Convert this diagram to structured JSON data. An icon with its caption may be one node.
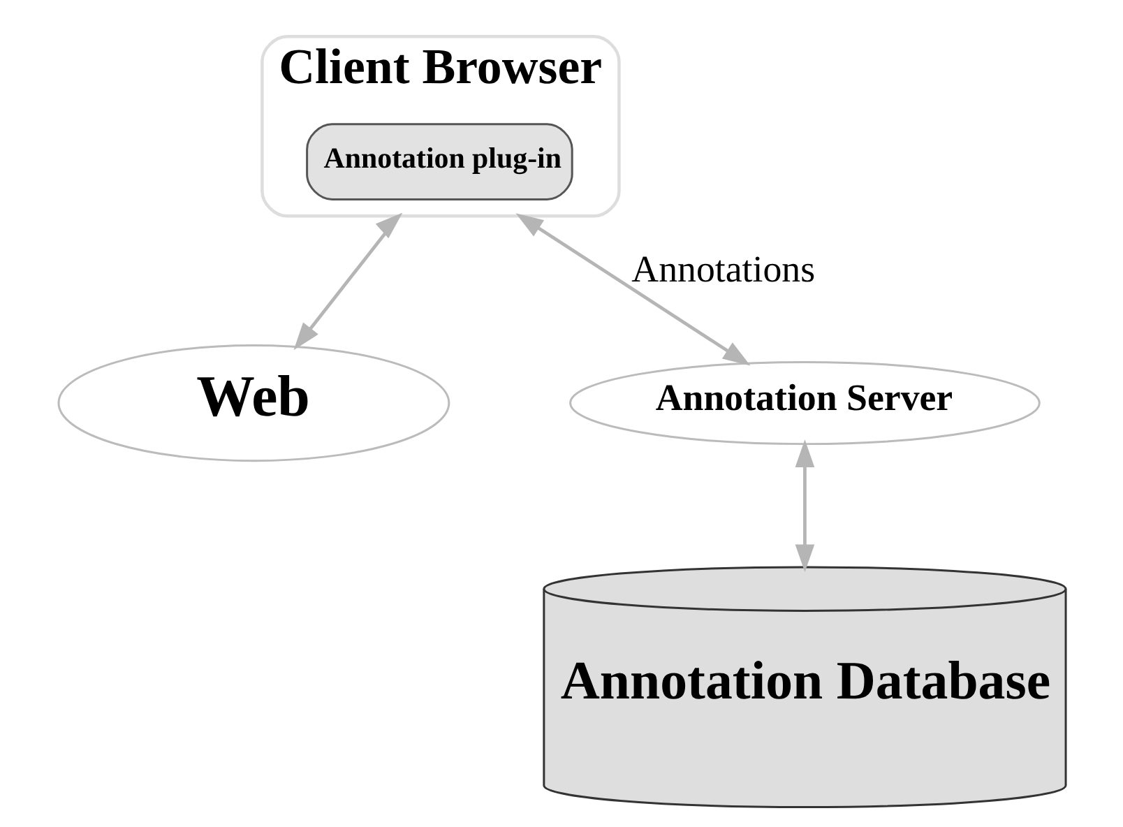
{
  "diagram": {
    "nodes": [
      {
        "text": [
          "Client Browser"
        ]
      },
      {
        "text": [
          "Annotation plug-in"
        ],
        "in": 0
      },
      {
        "text": [
          "Web"
        ]
      },
      {
        "text": [
          "Annotation Server"
        ]
      },
      {
        "text": [
          "Annotation Database"
        ]
      }
    ],
    "edges": [
      {
        "from": 0,
        "to": 2,
        "arrow": "both"
      },
      {
        "from": 0,
        "to": 3,
        "arrow": "both",
        "label": "Annotations"
      },
      {
        "from": 3,
        "to": 4,
        "arrow": "both"
      }
    ]
  }
}
